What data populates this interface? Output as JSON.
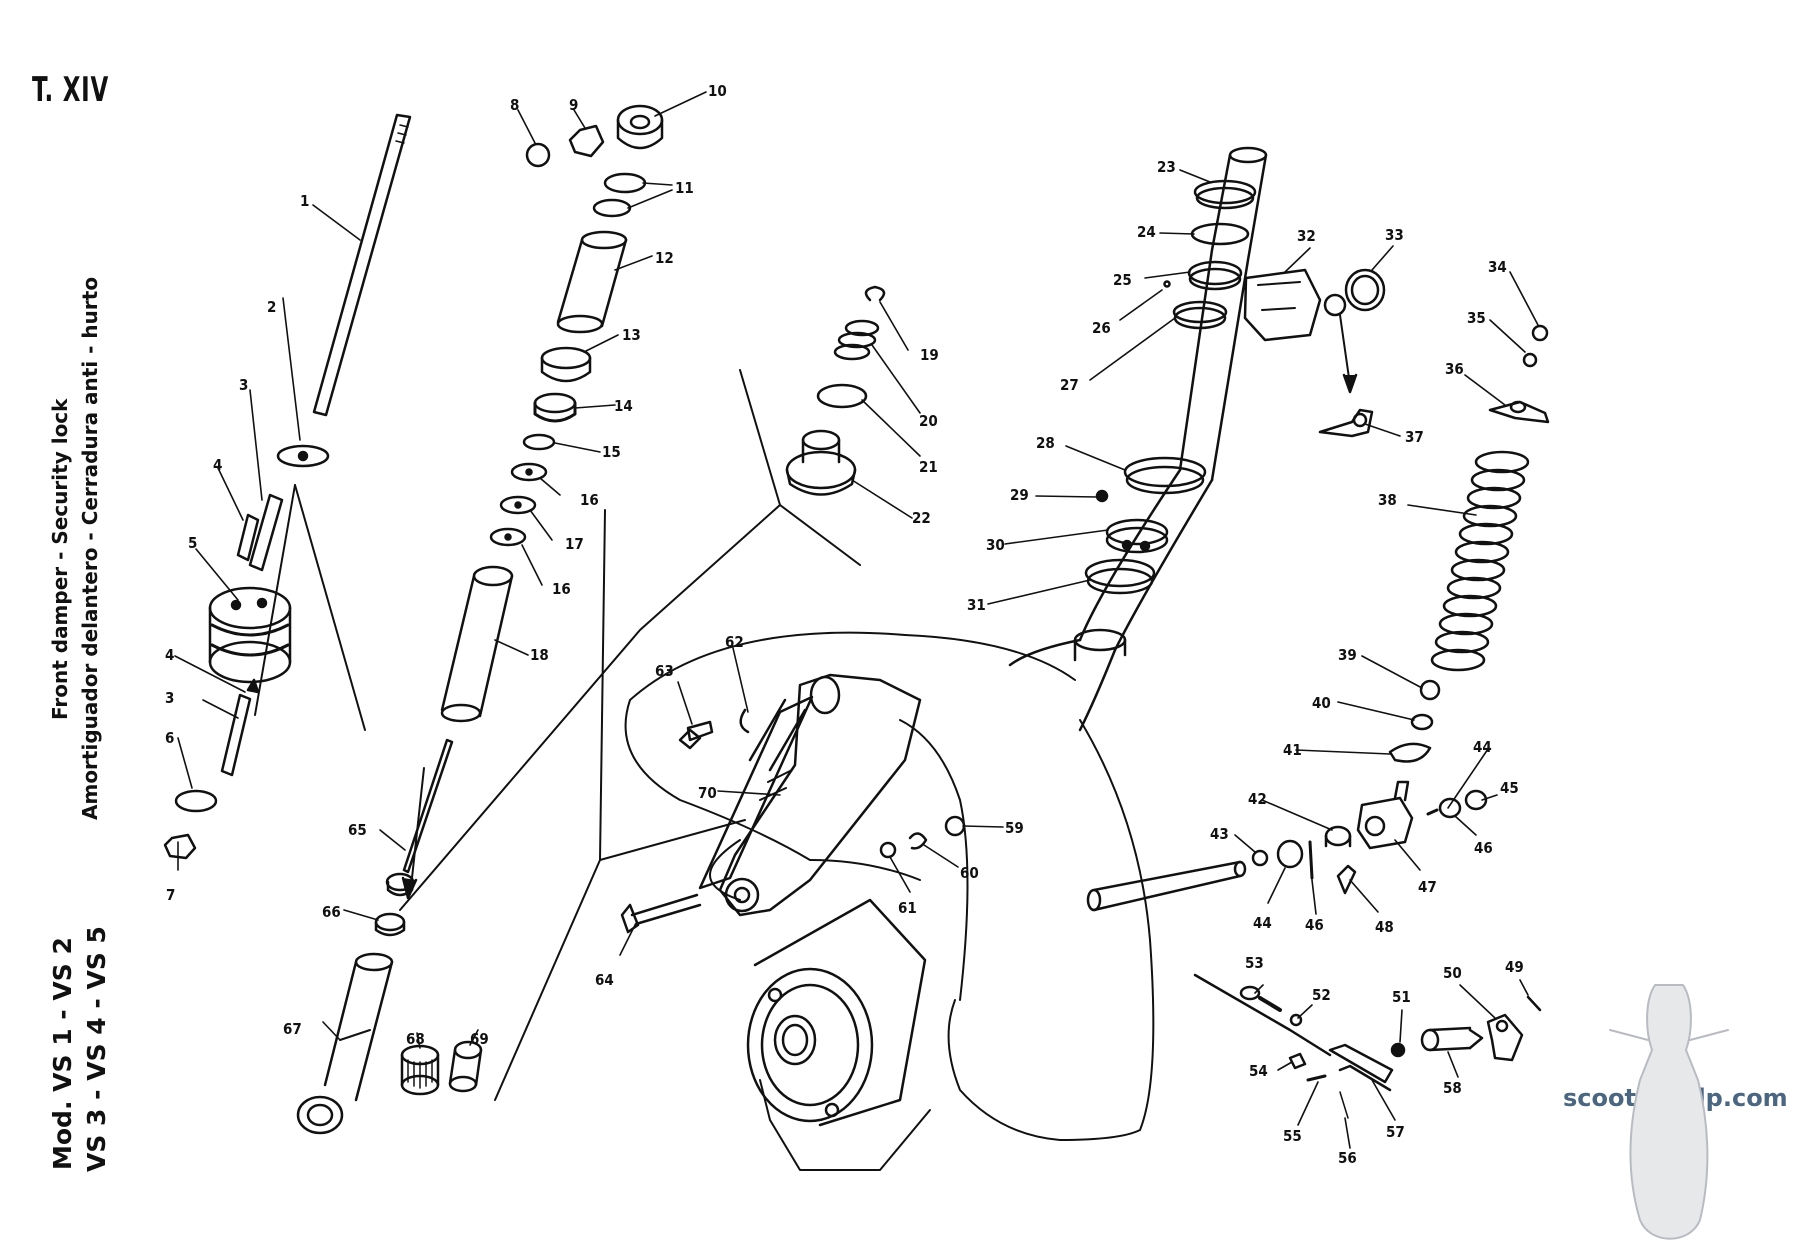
{
  "plate": "T. XIV",
  "titles": {
    "line1": "Front damper - Security lock",
    "line2": "Amortiguador delantero - Cerradura anti - hurto",
    "model1": "Mod. VS 1 - VS 2",
    "model2": "VS 3 - VS 4 - VS 5"
  },
  "watermark": "scooterhelp.com",
  "parts": [
    "1",
    "2",
    "3",
    "4",
    "5",
    "4",
    "3",
    "6",
    "7",
    "8",
    "9",
    "10",
    "11",
    "12",
    "13",
    "14",
    "15",
    "16",
    "17",
    "16",
    "18",
    "19",
    "20",
    "21",
    "22",
    "23",
    "24",
    "25",
    "26",
    "27",
    "28",
    "29",
    "30",
    "31",
    "32",
    "33",
    "34",
    "35",
    "36",
    "37",
    "38",
    "39",
    "40",
    "41",
    "42",
    "43",
    "44",
    "45",
    "46",
    "44",
    "46",
    "47",
    "48",
    "49",
    "50",
    "51",
    "52",
    "53",
    "54",
    "55",
    "56",
    "57",
    "58",
    "59",
    "60",
    "61",
    "62",
    "63",
    "64",
    "65",
    "66",
    "67",
    "68",
    "69",
    "70"
  ]
}
